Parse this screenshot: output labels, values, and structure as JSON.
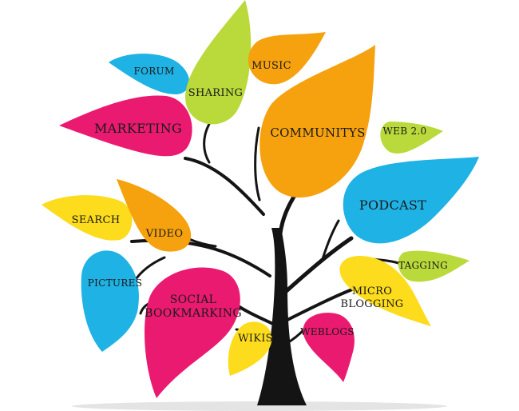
{
  "colors": {
    "trunk": "#141414",
    "ground_shadow": "#e4e4e4",
    "cyan": "#1fb2e4",
    "lime": "#b9da3a",
    "orange": "#f6a10e",
    "magenta": "#ea1a70",
    "yellow": "#fcdc1c"
  },
  "leaves": [
    {
      "id": "forum",
      "label": "FORUM",
      "color": "cyan"
    },
    {
      "id": "sharing",
      "label": "SHARING",
      "color": "lime"
    },
    {
      "id": "music",
      "label": "MUSIC",
      "color": "orange"
    },
    {
      "id": "marketing",
      "label": "MARKETING",
      "color": "magenta"
    },
    {
      "id": "communitys",
      "label": "COMMUNITYS",
      "color": "orange"
    },
    {
      "id": "web20",
      "label": "WEB 2.0",
      "color": "lime"
    },
    {
      "id": "search",
      "label": "SEARCH",
      "color": "yellow"
    },
    {
      "id": "video",
      "label": "VIDEO",
      "color": "orange"
    },
    {
      "id": "podcast",
      "label": "PODCAST",
      "color": "cyan"
    },
    {
      "id": "tagging",
      "label": "TAGGING",
      "color": "lime"
    },
    {
      "id": "pictures",
      "label": "PICTURES",
      "color": "cyan"
    },
    {
      "id": "social",
      "label_line1": "SOCIAL",
      "label_line2": "BOOKMARKING",
      "color": "magenta"
    },
    {
      "id": "micro",
      "label_line1": "MICRO",
      "label_line2": "BLOGGING",
      "color": "yellow"
    },
    {
      "id": "wikis",
      "label": "WIKIS",
      "color": "yellow"
    },
    {
      "id": "weblogs",
      "label": "WEBLOGS",
      "color": "magenta"
    }
  ]
}
